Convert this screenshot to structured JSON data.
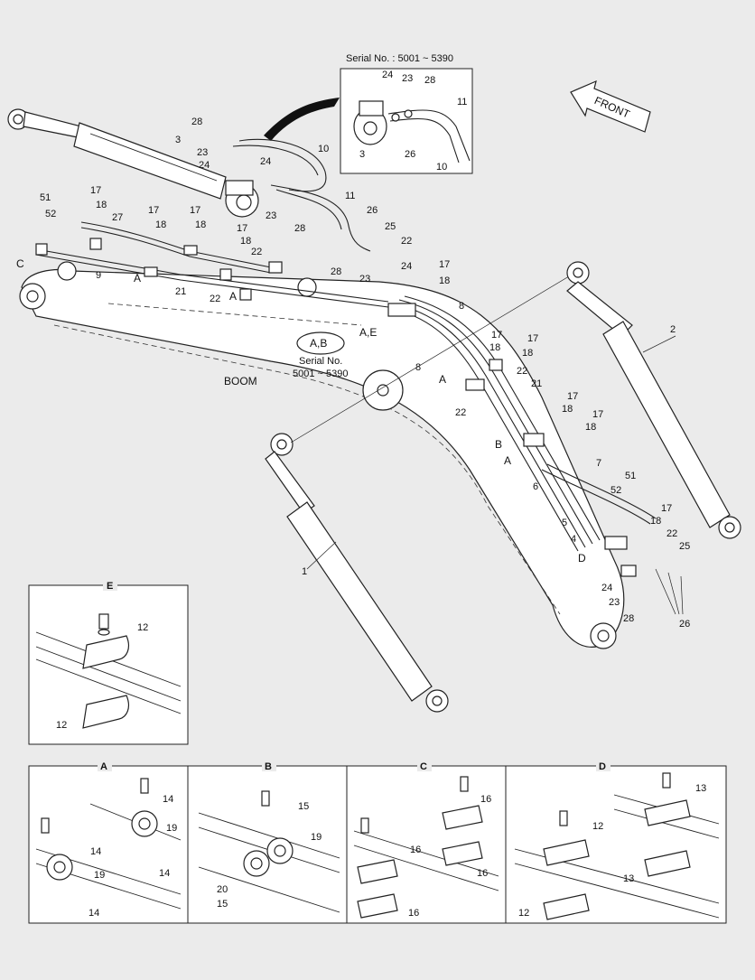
{
  "serial_top": "Serial No. : 5001 ~ 5390",
  "serial_mid_line1": "Serial No.",
  "serial_mid_line2": "5001 ~ 5390",
  "front_label": "FRONT",
  "boom_label": "BOOM",
  "tag_ab": "A,B",
  "tag_ae": "A,E",
  "inset_titles": {
    "e": "E",
    "a": "A",
    "b": "B",
    "c": "C",
    "d": "D"
  },
  "part_numbers": {
    "n1": "1",
    "n2": "2",
    "n3": "3",
    "n4": "4",
    "n5": "5",
    "n6": "6",
    "n7": "7",
    "n8": "8",
    "n9": "9",
    "n10": "10",
    "n11": "11",
    "n12": "12",
    "n13": "13",
    "n14": "14",
    "n15": "15",
    "n16": "16",
    "n17": "17",
    "n18": "18",
    "n19": "19",
    "n20": "20",
    "n21": "21",
    "n22": "22",
    "n23": "23",
    "n24": "24",
    "n25": "25",
    "n26": "26",
    "n27": "27",
    "n28": "28",
    "n51": "51",
    "n52": "52"
  },
  "callout_letters": {
    "a": "A",
    "b": "B",
    "c": "C",
    "d": "D"
  }
}
